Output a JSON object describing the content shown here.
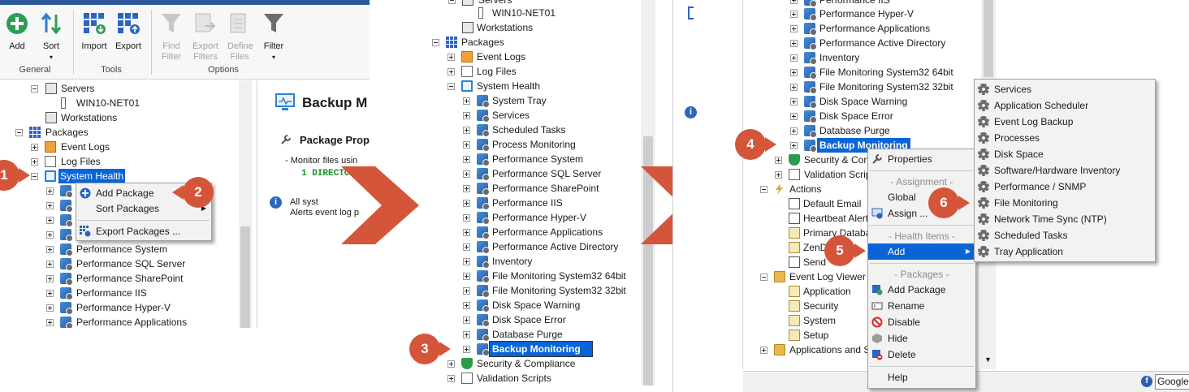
{
  "ribbon": {
    "add": "Add",
    "sort": "Sort",
    "import": "Import",
    "export": "Export",
    "find_filter": "Find Filter",
    "export_filters": "Export Filters",
    "define_files": "Define Files",
    "filter": "Filter",
    "group_general": "General",
    "group_tools": "Tools",
    "group_options": "Options"
  },
  "panel1": {
    "tree": {
      "servers": "Servers",
      "win10": "WIN10-NET01",
      "workstations": "Workstations",
      "packages": "Packages",
      "event_logs": "Event Logs",
      "log_files": "Log Files",
      "system_health": "System Health",
      "perf_system": "Performance System",
      "perf_sql": "Performance SQL Server",
      "perf_sharepoint": "Performance SharePoint",
      "perf_iis": "Performance IIS",
      "perf_hyperv": "Performance Hyper-V",
      "perf_apps": "Performance Applications"
    },
    "menu": {
      "add_package": "Add Package",
      "sort_packages": "Sort Packages",
      "export_packages": "Export Packages ..."
    },
    "detail": {
      "title": "Backup M",
      "section": "Package Prop",
      "line1": "- Monitor files usin",
      "line2": "1 DIRECTOR",
      "info1": "All syst",
      "info2": "Alerts event log p"
    }
  },
  "panel2": {
    "tree": {
      "servers": "Servers",
      "win10": "WIN10-NET01",
      "workstations": "Workstations",
      "packages": "Packages",
      "event_logs": "Event Logs",
      "log_files": "Log Files",
      "system_health": "System Health",
      "items": [
        "System Tray",
        "Services",
        "Scheduled Tasks",
        "Process Monitoring",
        "Performance System",
        "Performance SQL Server",
        "Performance SharePoint",
        "Performance IIS",
        "Performance Hyper-V",
        "Performance Applications",
        "Performance Active Directory",
        "Inventory",
        "File Monitoring System32 64bit",
        "File Monitoring System32 32bit",
        "Disk Space Warning",
        "Disk Space Error",
        "Database Purge",
        "Backup Monitoring"
      ],
      "security": "Security & Compliance",
      "validation": "Validation Scripts"
    }
  },
  "panel3": {
    "tree": {
      "top": "Performance IIS",
      "items": [
        "Performance Hyper-V",
        "Performance Applications",
        "Performance Active Directory",
        "Inventory",
        "File Monitoring System32 64bit",
        "File Monitoring System32 32bit",
        "Disk Space Warning",
        "Disk Space Error",
        "Database Purge",
        "Backup Monitoring"
      ],
      "security": "Security & Con",
      "validation": "Validation Scrip",
      "actions": "Actions",
      "default_email": "Default Email",
      "heartbeat": "Heartbeat Alert",
      "primary_db": "Primary Databa",
      "zend": "ZenD",
      "send": "Send",
      "event_log_viewer": "Event Log Viewer (",
      "application": "Application",
      "security_log": "Security",
      "system_log": "System",
      "setup_log": "Setup",
      "apps_and": "Applications and S"
    },
    "context_menu": {
      "properties": "Properties",
      "hdr_assignment": "- Assignment -",
      "global": "Global",
      "assign": "Assign ...",
      "hdr_health": "- Health Items -",
      "add": "Add",
      "hdr_packages": "- Packages -",
      "add_package": "Add Package",
      "rename": "Rename",
      "disable": "Disable",
      "hide": "Hide",
      "delete": "Delete",
      "help": "Help"
    },
    "submenu": [
      "Services",
      "Application Scheduler",
      "Event Log Backup",
      "Processes",
      "Disk Space",
      "Software/Hardware Inventory",
      "Performance / SNMP",
      "File Monitoring",
      "Network Time Sync (NTP)",
      "Scheduled Tasks",
      "Tray Application"
    ],
    "status": {
      "google": "Google"
    }
  },
  "steps": [
    "1",
    "2",
    "3",
    "4",
    "5",
    "6"
  ],
  "colors": {
    "accent": "#0a64d6",
    "badge": "#d4553a",
    "ribbon_top": "#2b579a"
  }
}
